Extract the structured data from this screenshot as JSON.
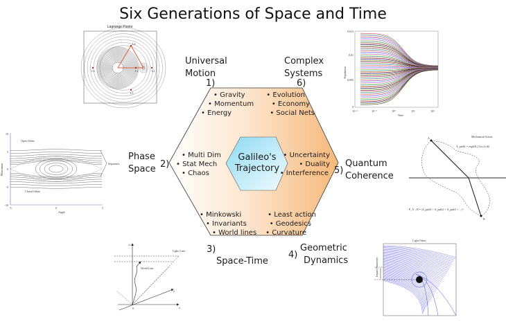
{
  "title": "Six Generations of  Space and Time",
  "center": {
    "line1": "Galileo's",
    "line2": "Trajectory"
  },
  "generations": [
    {
      "number": "1)",
      "line1": "Universal",
      "line2": "Motion",
      "bullets": [
        "• Gravity",
        "• Momentum",
        "• Energy"
      ]
    },
    {
      "number": "2)",
      "line1": "Phase",
      "line2": "Space",
      "bullets": [
        "• Multi Dim",
        "• Stat Mech",
        "• Chaos"
      ]
    },
    {
      "number": "3)",
      "line1": "Space-Time",
      "line2": "",
      "bullets": [
        "• Minkowski",
        "• Invariants",
        "• World lines"
      ]
    },
    {
      "number": "4)",
      "line1": "Geometric",
      "line2": "Dynamics",
      "bullets": [
        "• Least action",
        "• Geodesics",
        "• Curvature"
      ]
    },
    {
      "number": "5)",
      "line1": "Quantum",
      "line2": "Coherence",
      "bullets": [
        "• Uncertainty",
        "• Duality",
        "• Interference"
      ]
    },
    {
      "number": "6)",
      "line1": "Complex",
      "line2": "Systems",
      "bullets": [
        "• Evolution",
        "• Economy",
        "• Social Nets"
      ]
    }
  ],
  "figures": {
    "lagrange": {
      "title": "Lagrange Points",
      "points": [
        "L1",
        "L2",
        "L3",
        "L4",
        "L5"
      ]
    },
    "population": {
      "ylabel": "Population",
      "xlabel": "Time",
      "yticks": [
        "0.015",
        "0.01",
        "0.005",
        "0"
      ],
      "xticks": [
        "10⁻²",
        "10⁻¹",
        "10⁰",
        "10¹",
        "10²"
      ]
    },
    "phase": {
      "open_orbits": "Open Orbits",
      "closed_orbits": "Closed Orbits",
      "separatrix": "Separatrix",
      "ylabel": "Momentum",
      "xlabel": "Angle",
      "yticks": [
        "10",
        "5",
        "0",
        "-5",
        "-10"
      ],
      "xticks": [
        "-5",
        "0",
        "5"
      ]
    },
    "quantum": {
      "title": "Mechanical Action",
      "amplitude": "A_path1 = exp(i/ħ ∫ L(x,ẋ) dt)",
      "probability": "P_A→B = |A_path1 + A_path2 + A_path3 + …|²",
      "point_a": "A",
      "point_b": "B"
    },
    "spacetime": {
      "world_line": "World Line",
      "light_cone": "Light Cone",
      "axis_t": "ct",
      "axis_x": "x",
      "axis_y": "y",
      "origin": "0"
    },
    "light_orbits": {
      "title": "Light Orbits",
      "side_label": "Impact Parameter"
    }
  },
  "colors": {
    "hex_gradient_start": "#ffffff",
    "hex_gradient_end": "#f5b87a",
    "center_start": "#8fdaf2",
    "center_end": "#eaf8fd",
    "orbit_blue": "#4a4adf",
    "triangle_red": "#d9603a"
  }
}
